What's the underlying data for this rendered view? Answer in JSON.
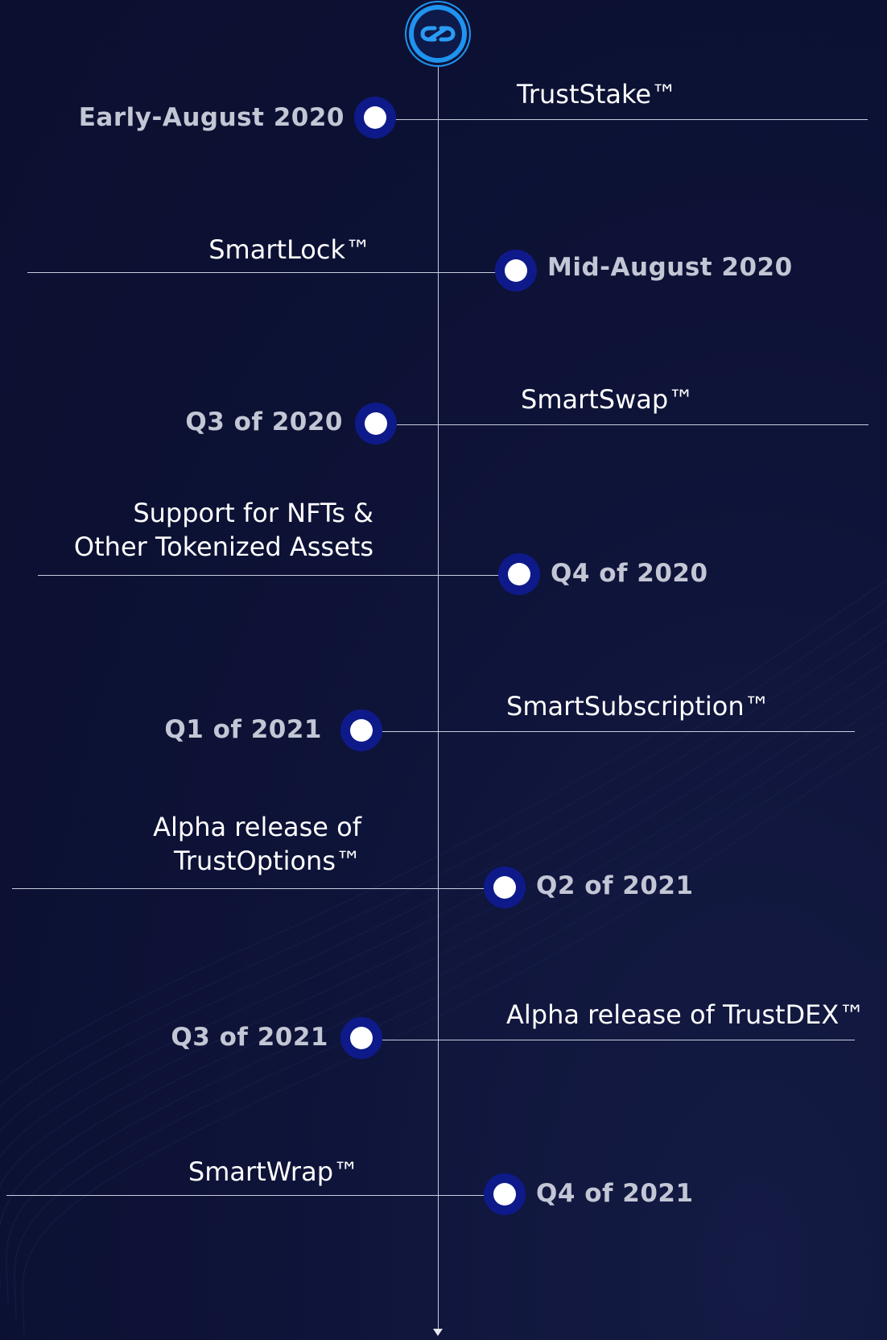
{
  "logo": {
    "icon": "link-loop-icon",
    "color": "#1f93f0"
  },
  "milestones": [
    {
      "date": "Early-August 2020",
      "title": [
        "TrustStake™"
      ]
    },
    {
      "date": "Mid-August 2020",
      "title": [
        "SmartLock™"
      ]
    },
    {
      "date": "Q3 of 2020",
      "title": [
        "SmartSwap™"
      ]
    },
    {
      "date": "Q4 of 2020",
      "title": [
        "Support for NFTs &",
        "Other Tokenized Assets"
      ]
    },
    {
      "date": "Q1 of 2021",
      "title": [
        "SmartSubscription™"
      ]
    },
    {
      "date": "Q2 of 2021",
      "title": [
        "Alpha release of",
        "TrustOptions™"
      ]
    },
    {
      "date": "Q3 of 2021",
      "title": [
        "Alpha release of TrustDEX™"
      ]
    },
    {
      "date": "Q4 of 2021",
      "title": [
        "SmartWrap™"
      ]
    }
  ],
  "colors": {
    "background": "#0d1236",
    "node_ring": "#0e1a8a",
    "node_dot": "#ffffff",
    "line": "#c9cde0",
    "date_text": "#c3c6d4",
    "title_text": "#ffffff"
  }
}
